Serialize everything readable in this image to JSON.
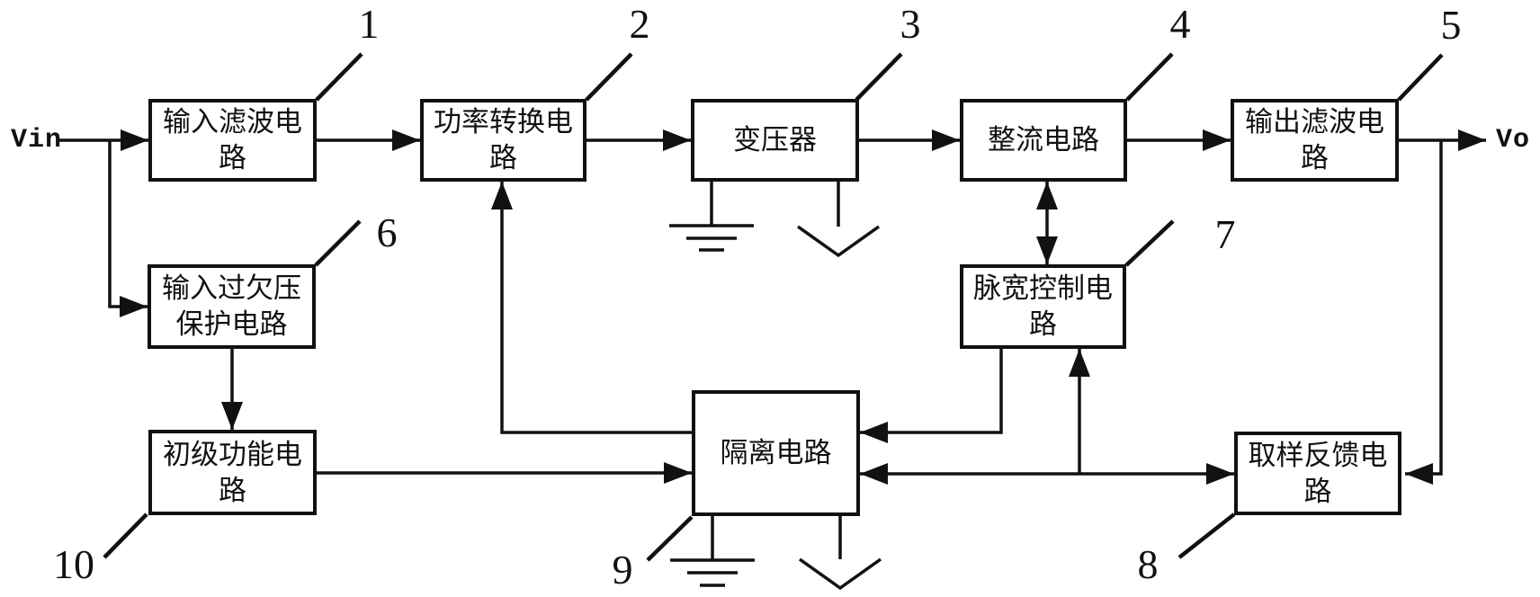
{
  "figure": {
    "terminals": {
      "input": "Vin",
      "output": "Vo"
    },
    "blocks": [
      {
        "num": "1",
        "label": "输入滤波电路"
      },
      {
        "num": "2",
        "label": "功率转换电路"
      },
      {
        "num": "3",
        "label": "变压器"
      },
      {
        "num": "4",
        "label": "整流电路"
      },
      {
        "num": "5",
        "label": "输出滤波电路"
      },
      {
        "num": "6",
        "label": "输入过欠压保护电路"
      },
      {
        "num": "7",
        "label": "脉宽控制电路"
      },
      {
        "num": "8",
        "label": "取样反馈电路"
      },
      {
        "num": "9",
        "label": "隔离电路"
      },
      {
        "num": "10",
        "label": "初级功能电路"
      }
    ],
    "connections": [
      {
        "from": "Vin",
        "to": "1"
      },
      {
        "from": "Vin",
        "to": "6"
      },
      {
        "from": "1",
        "to": "2"
      },
      {
        "from": "2",
        "to": "3"
      },
      {
        "from": "3",
        "to": "4"
      },
      {
        "from": "4",
        "to": "5"
      },
      {
        "from": "5",
        "to": "Vo"
      },
      {
        "from": "4",
        "to": "7",
        "style": "bidirectional"
      },
      {
        "from": "6",
        "to": "10"
      },
      {
        "from": "10",
        "to": "9"
      },
      {
        "from": "9",
        "to": "2"
      },
      {
        "from": "7",
        "to": "9"
      },
      {
        "from": "Vo",
        "to": "8"
      },
      {
        "bus": "feedback-bus",
        "arrows_into": [
          "9",
          "7",
          "8"
        ]
      }
    ],
    "grounds": [
      {
        "block": "3",
        "symbols": [
          "earth-ground",
          "chassis-ground"
        ]
      },
      {
        "block": "9",
        "symbols": [
          "earth-ground",
          "chassis-ground"
        ]
      }
    ],
    "line_color": "#111111",
    "background": "#ffffff"
  }
}
